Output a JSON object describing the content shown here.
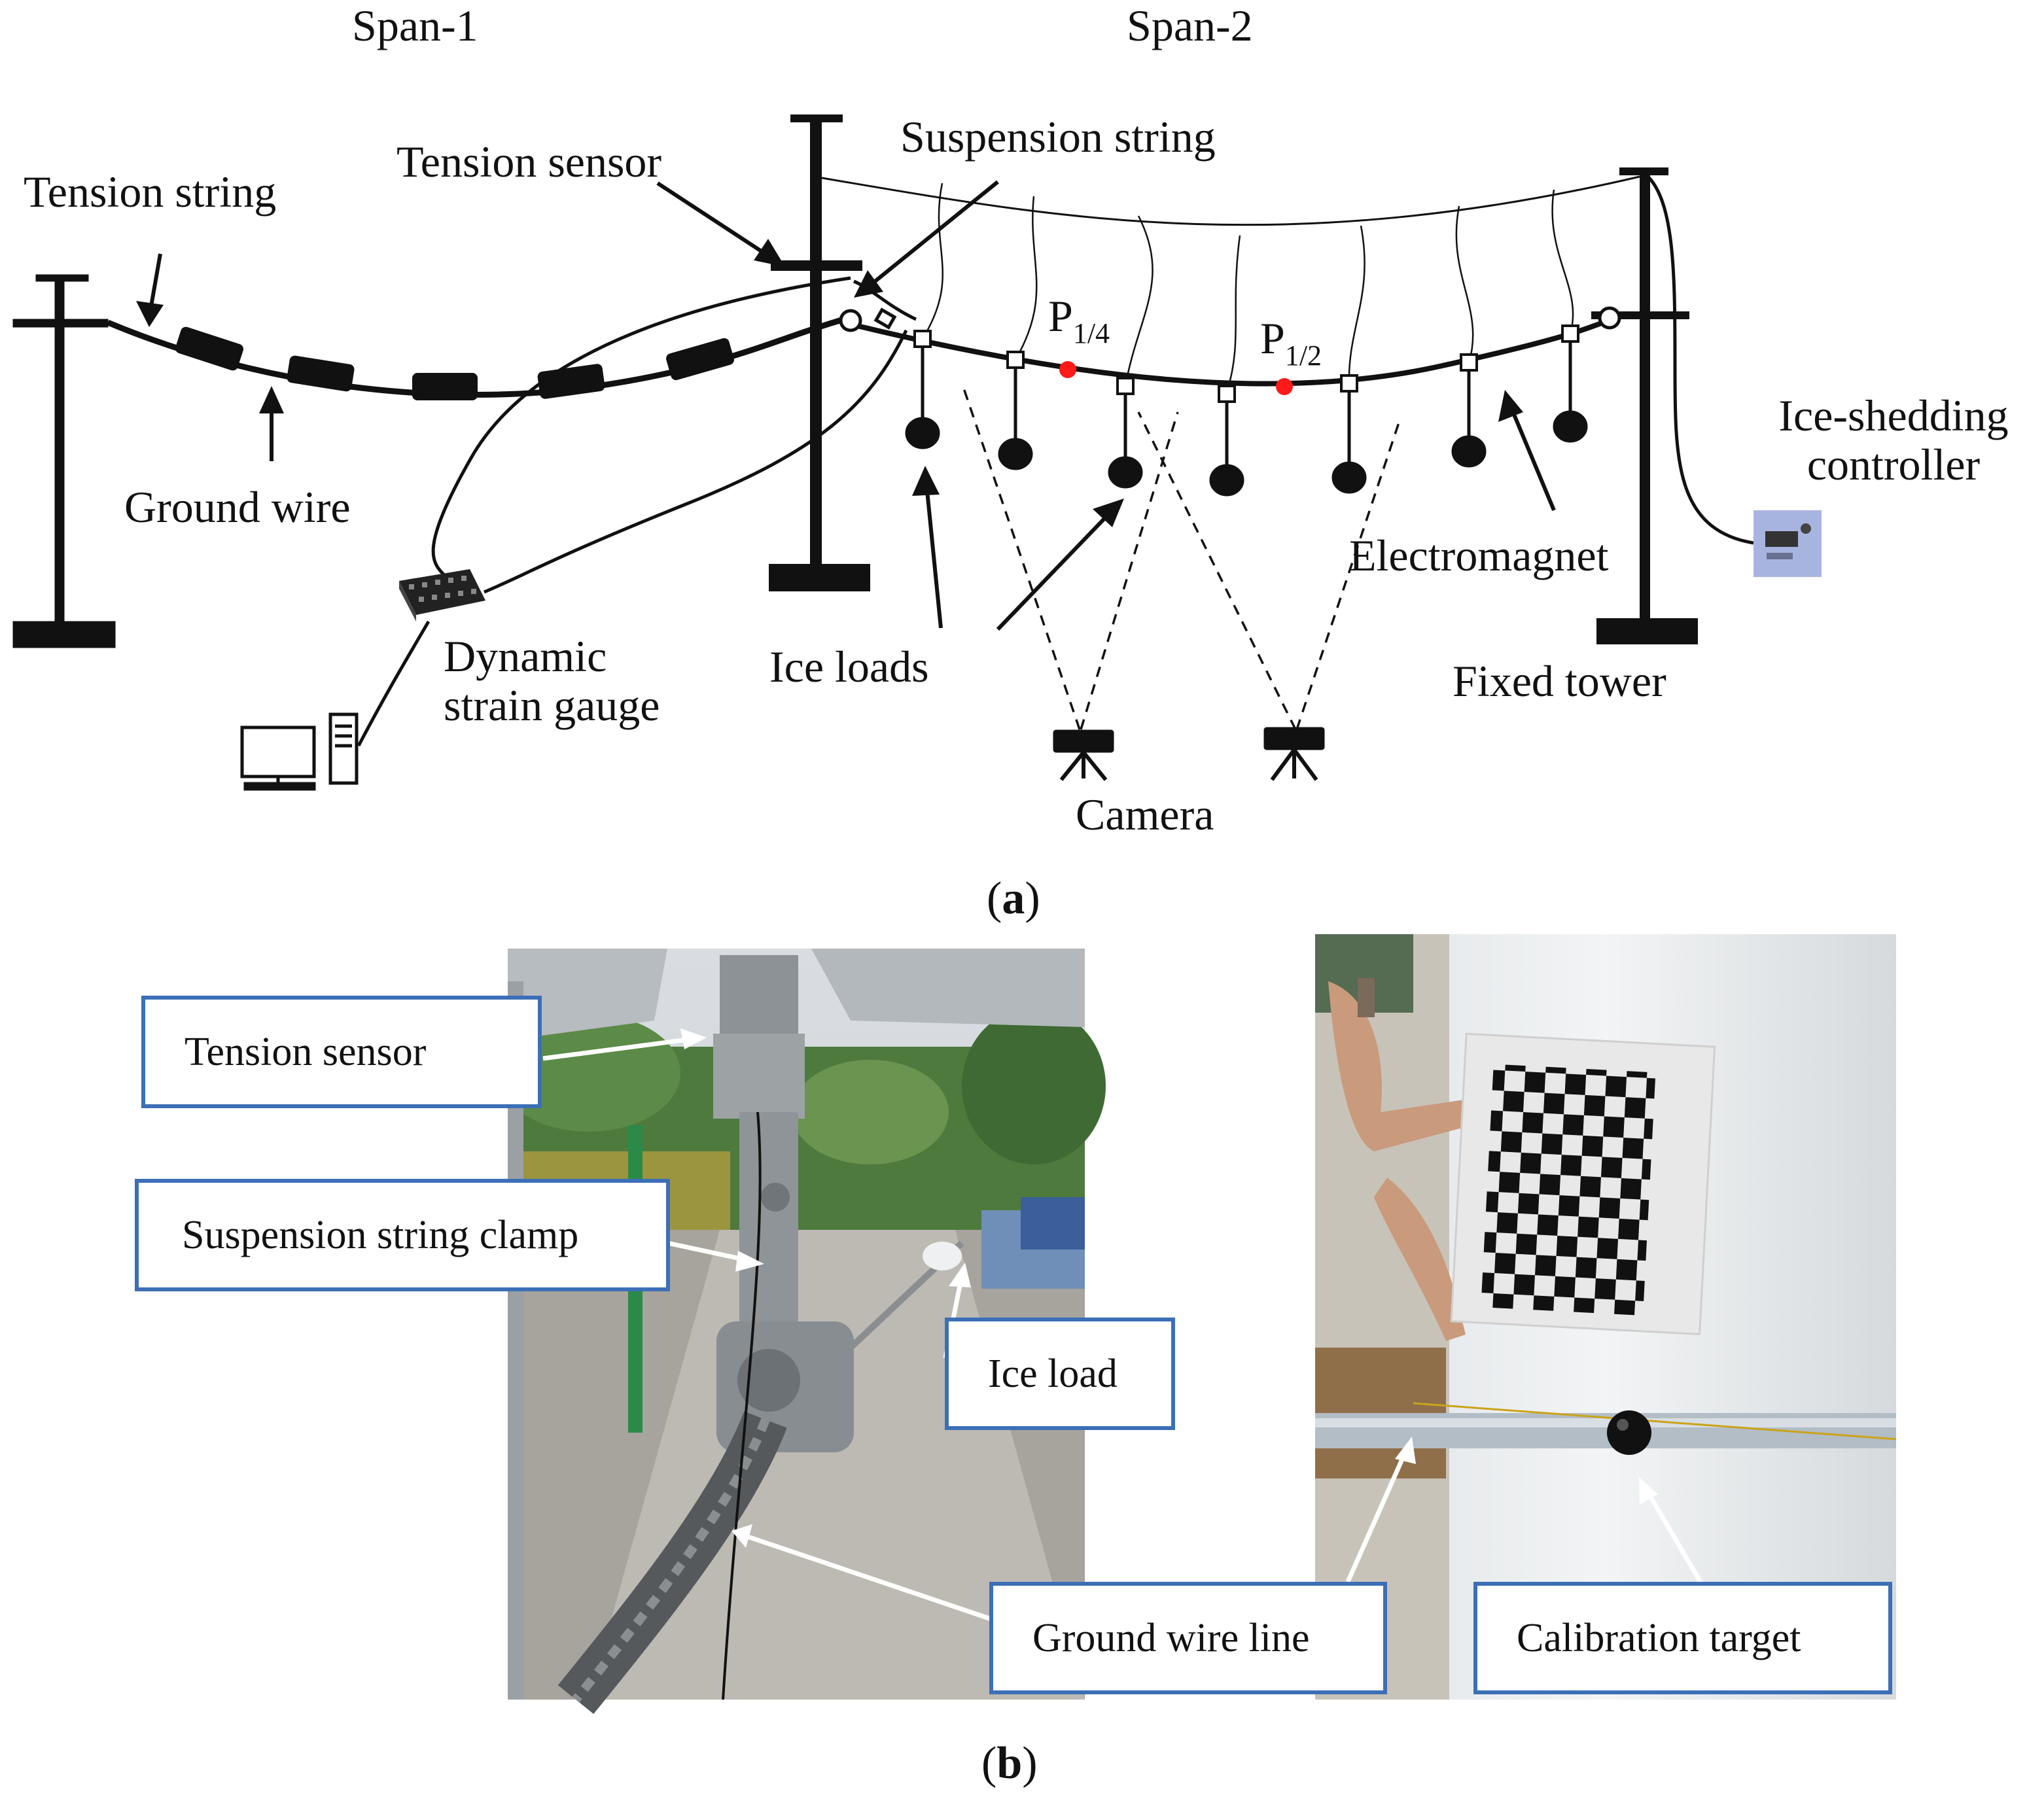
{
  "panel_a": {
    "span1": "Span-1",
    "span2": "Span-2",
    "tension_string": "Tension string",
    "tension_sensor": "Tension sensor",
    "suspension_string": "Suspension string",
    "ground_wire": "Ground wire",
    "p_quarter_main": "P",
    "p_quarter_sub": "1/4",
    "p_half_main": "P",
    "p_half_sub": "1/2",
    "ice_shedding_line1": "Ice-shedding",
    "ice_shedding_line2": "controller",
    "electromagnet": "Electromagnet",
    "dynamic_line1": "Dynamic",
    "dynamic_line2": "strain gauge",
    "ice_loads": "Ice loads",
    "fixed_tower": "Fixed tower",
    "camera": "Camera",
    "caption_open": "(",
    "caption_letter": "a",
    "caption_close": ")"
  },
  "panel_b": {
    "tension_sensor": "Tension sensor",
    "suspension_string_clamp": "Suspension string clamp",
    "ice_load": "Ice load",
    "ground_wire_line": "Ground wire line",
    "calibration_target": "Calibration target",
    "caption_open": "(",
    "caption_letter": "b",
    "caption_close": ")"
  },
  "colors": {
    "box_border": "#3c6fb6",
    "marker_point": "#ff1a1a",
    "controller_bg": "#a8b4e0"
  }
}
